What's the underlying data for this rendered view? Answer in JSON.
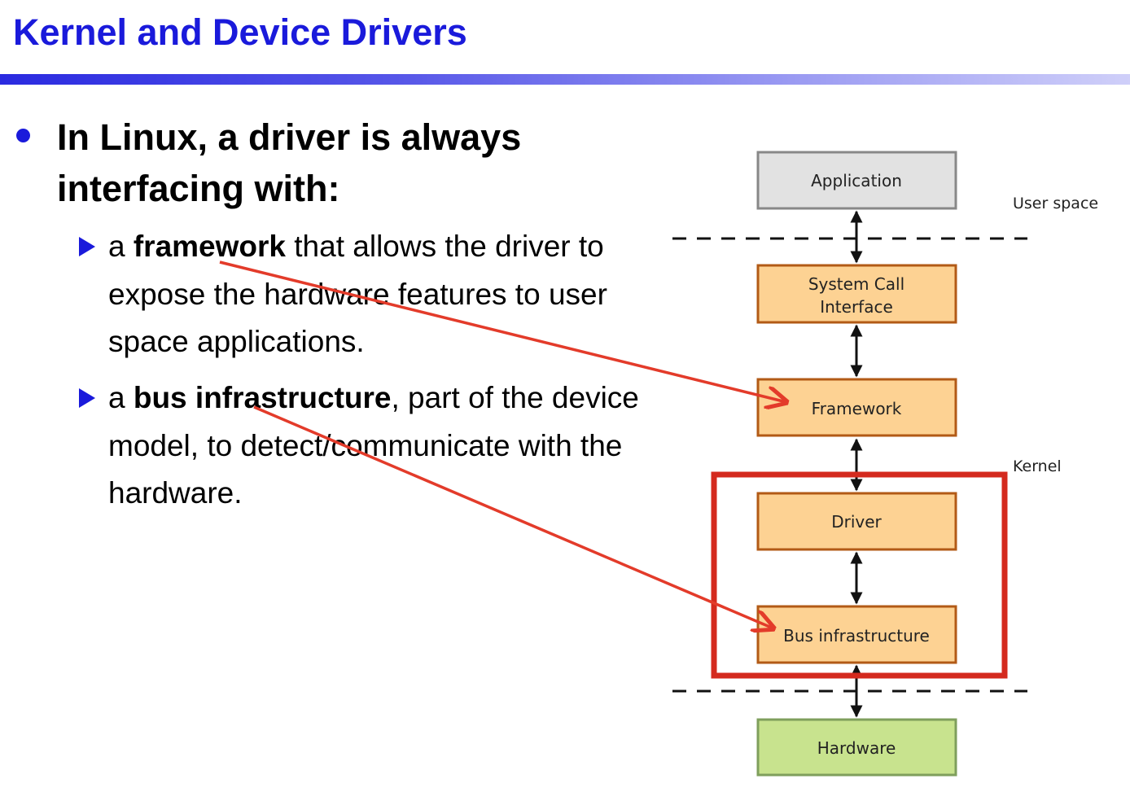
{
  "slide": {
    "title": "Kernel and Device Drivers",
    "main_point": "In Linux, a driver is always interfacing with:",
    "sub_points": [
      {
        "prefix": "a ",
        "bold": "framework",
        "rest": " that allows the driver to expose the hardware features to user space applications."
      },
      {
        "prefix": "a ",
        "bold": "bus infrastructure",
        "rest": ", part of the device model, to detect/communicate with the hardware."
      }
    ]
  },
  "diagram": {
    "boxes": {
      "application": "Application",
      "syscall_line1": "System Call",
      "syscall_line2": "Interface",
      "framework": "Framework",
      "driver": "Driver",
      "bus": "Bus infrastructure",
      "hardware": "Hardware"
    },
    "labels": {
      "user_space": "User space",
      "kernel": "Kernel"
    },
    "colors": {
      "application_fill": "#e2e2e2",
      "application_border": "#888888",
      "kernel_box_fill": "#fdd293",
      "kernel_box_border": "#b25a16",
      "hardware_fill": "#c8e38e",
      "hardware_border": "#7f9f5c",
      "highlight_red": "#d42a1e",
      "pointer_arrow_red": "#e33b2a"
    }
  }
}
